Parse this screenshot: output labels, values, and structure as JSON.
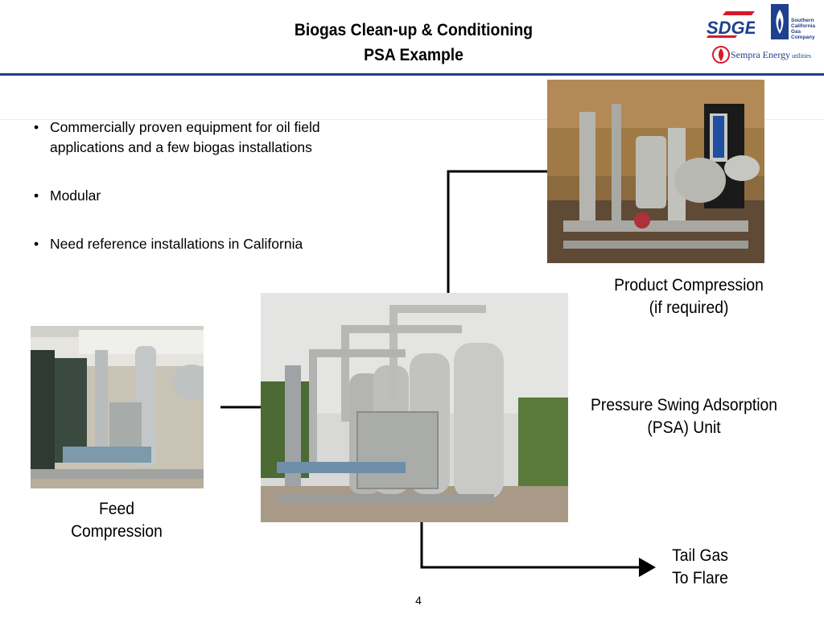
{
  "slide": {
    "title_line1": "Biogas Clean-up & Conditioning",
    "title_line2": "PSA Example",
    "page_number": "4"
  },
  "logos": {
    "sdge": "SDGE",
    "socal_gas": [
      "Southern",
      "California",
      "Gas Company"
    ],
    "sempra": "Sempra Energy",
    "sempra_suffix": "utilities"
  },
  "bullets": [
    "Commercially proven equipment for oil field applications and a few biogas installations",
    "Modular",
    "Need reference installations in California"
  ],
  "captions": {
    "product_line1": "Product Compression",
    "product_line2": "(if required)",
    "psa_line1": "Pressure Swing Adsorption",
    "psa_line2": "(PSA) Unit",
    "feed_line1": "Feed",
    "feed_line2": "Compression",
    "tail_line1": "Tail Gas",
    "tail_line2": "To Flare"
  },
  "colors": {
    "rule_blue": "#1f3f8f",
    "sdge_red": "#d7192d",
    "sdge_blue": "#1f3f8f"
  }
}
